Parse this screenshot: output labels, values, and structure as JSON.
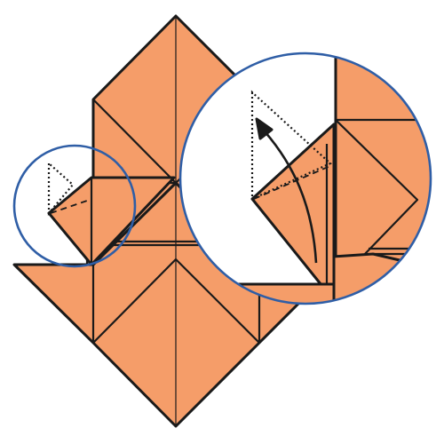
{
  "diagram": {
    "colors": {
      "paper": "#f59d69",
      "line": "#1a1a1a",
      "magnifier_ring": "#2f5ea6",
      "background": "#ffffff"
    },
    "elements": {
      "main_model": "origami-model",
      "small_focus_circle": "focus-circle",
      "magnified_view": "magnified-detail",
      "fold_arrow": "fold-up-arrow-icon"
    }
  }
}
